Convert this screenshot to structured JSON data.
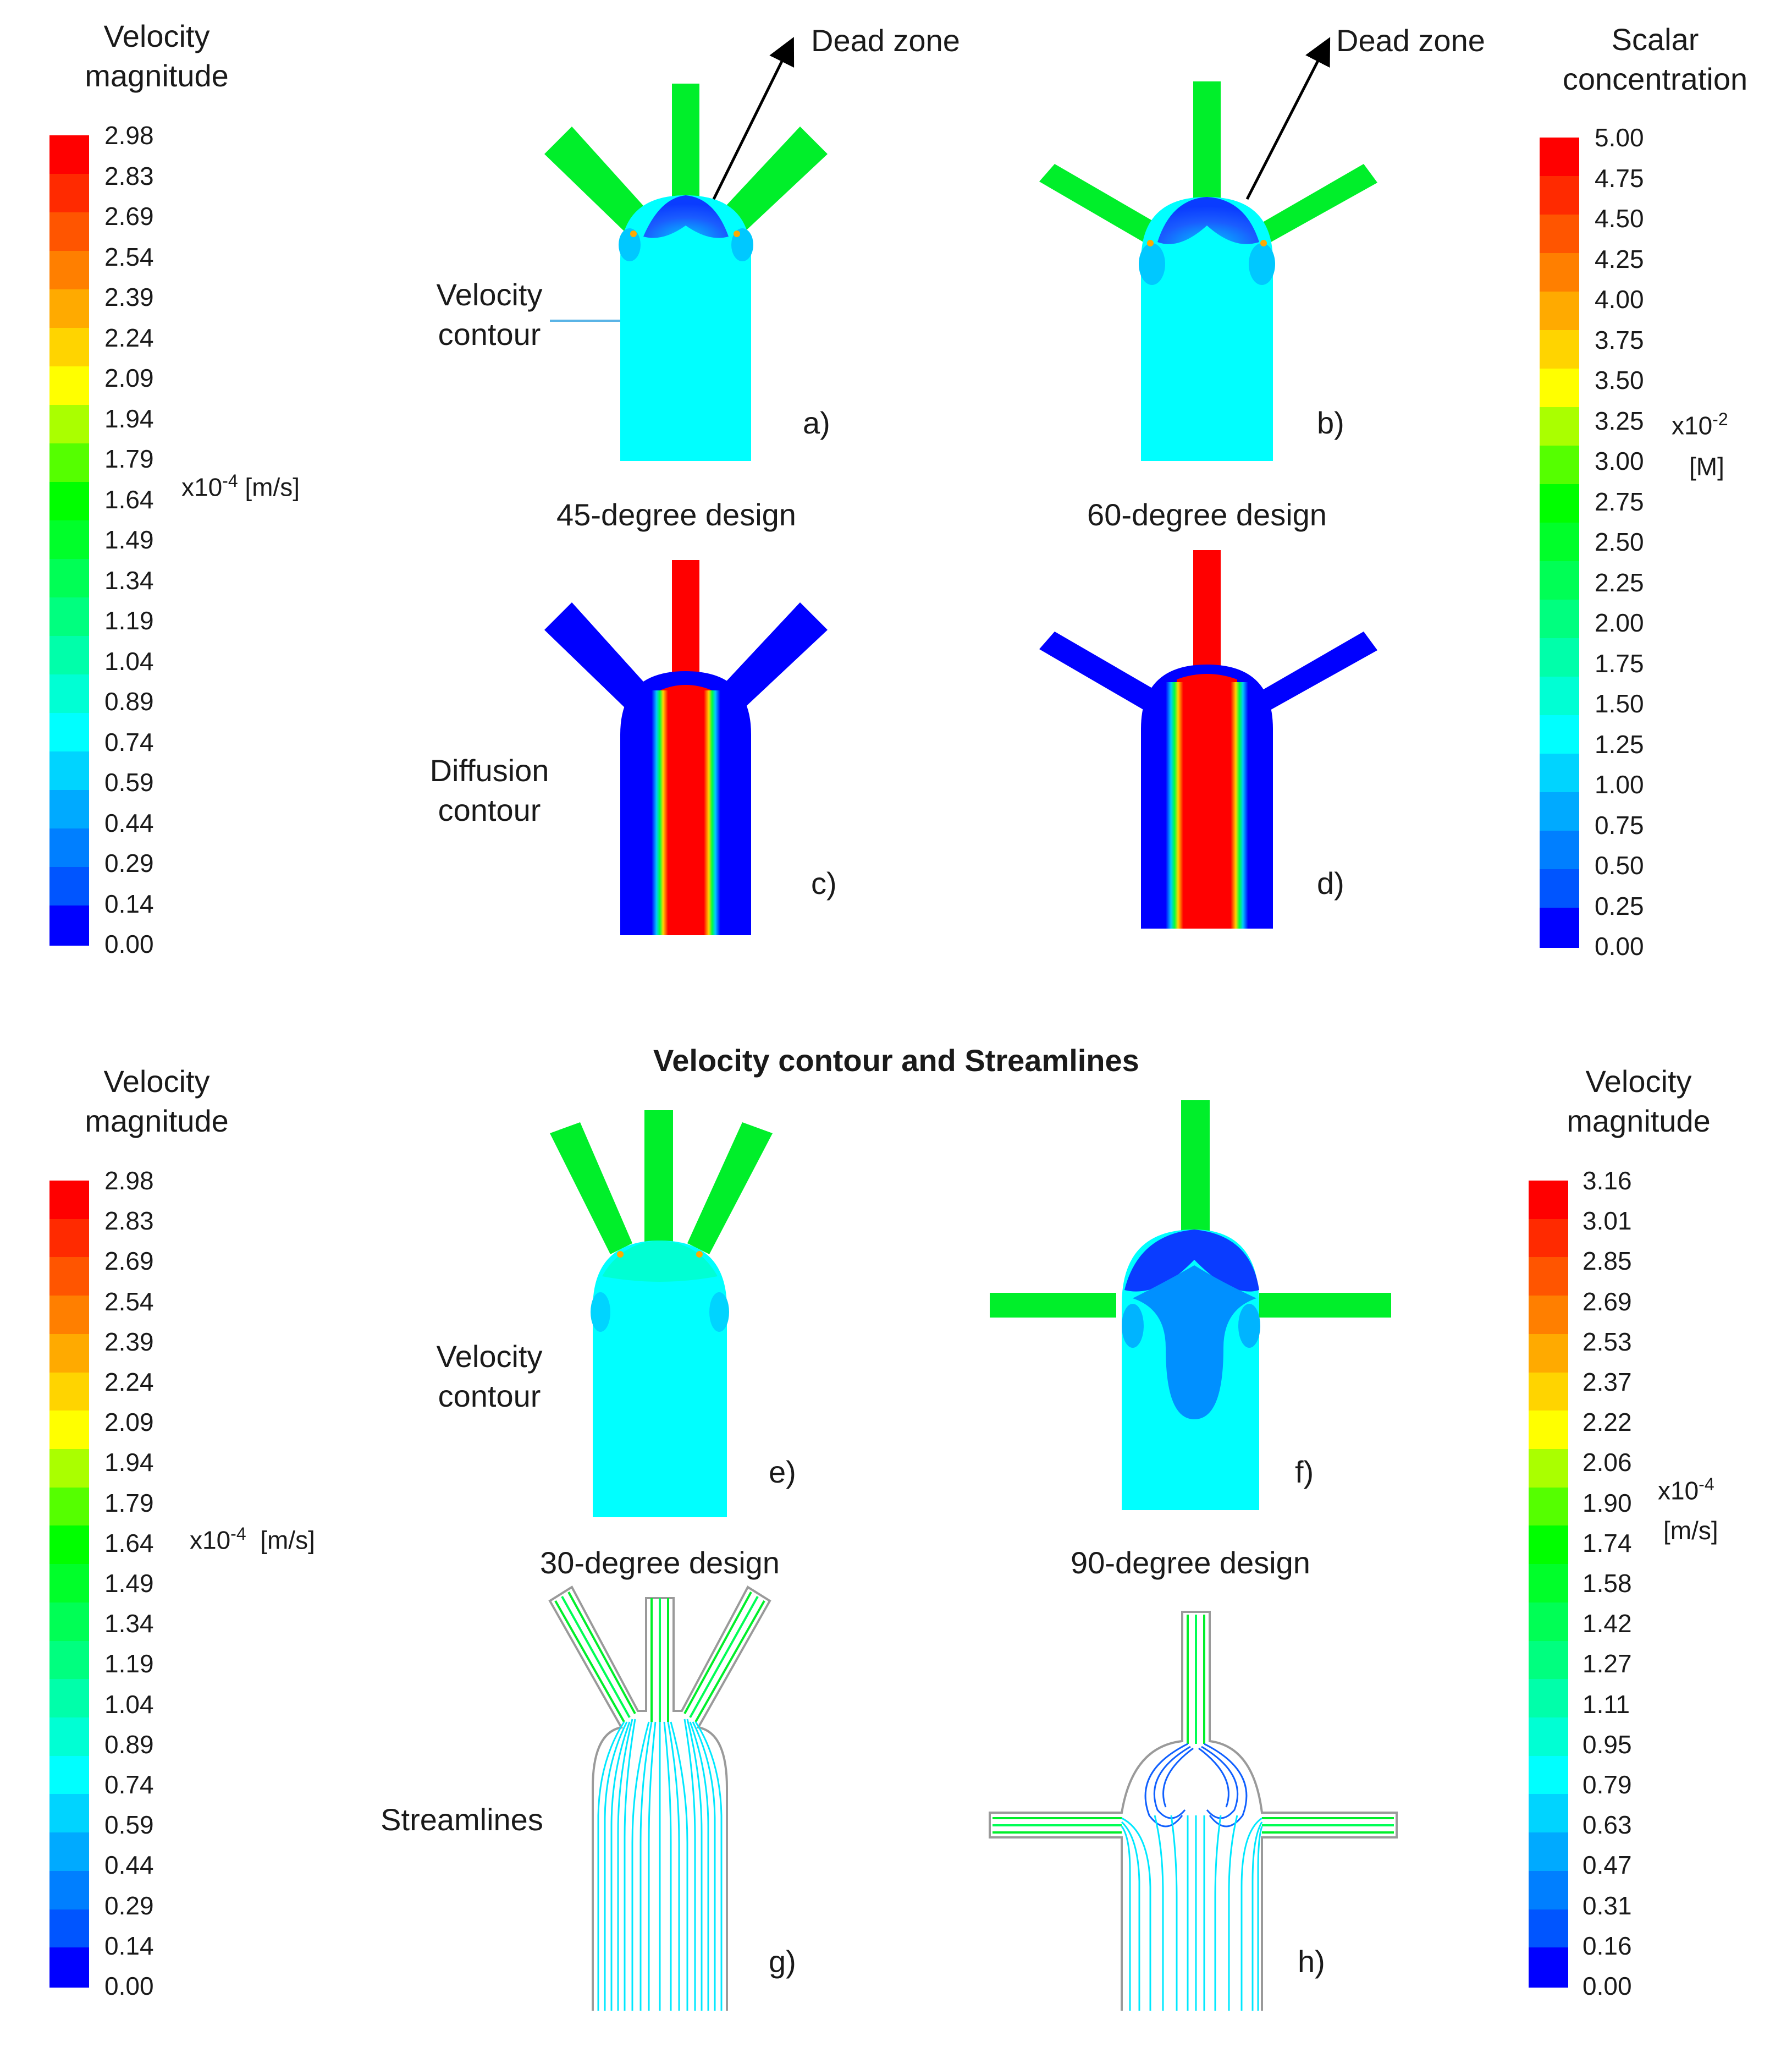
{
  "colorbars": {
    "top_left": {
      "title": [
        "Velocity",
        "magnitude"
      ],
      "ticks": [
        "2.98",
        "2.83",
        "2.69",
        "2.54",
        "2.39",
        "2.24",
        "2.09",
        "1.94",
        "1.79",
        "1.64",
        "1.49",
        "1.34",
        "1.19",
        "1.04",
        "0.89",
        "0.74",
        "0.59",
        "0.44",
        "0.29",
        "0.14",
        "0.00"
      ],
      "unit_scale": "x10",
      "unit_exp": "-4",
      "unit": "[m/s]"
    },
    "top_right": {
      "title": [
        "Scalar",
        "concentration"
      ],
      "ticks": [
        "5.00",
        "4.75",
        "4.50",
        "4.25",
        "4.00",
        "3.75",
        "3.50",
        "3.25",
        "3.00",
        "2.75",
        "2.50",
        "2.25",
        "2.00",
        "1.75",
        "1.50",
        "1.25",
        "1.00",
        "0.75",
        "0.50",
        "0.25",
        "0.00"
      ],
      "unit_scale": "x10",
      "unit_exp": "-2",
      "unit": "[M]"
    },
    "bottom_left": {
      "title": [
        "Velocity",
        "magnitude"
      ],
      "ticks": [
        "2.98",
        "2.83",
        "2.69",
        "2.54",
        "2.39",
        "2.24",
        "2.09",
        "1.94",
        "1.79",
        "1.64",
        "1.49",
        "1.34",
        "1.19",
        "1.04",
        "0.89",
        "0.74",
        "0.59",
        "0.44",
        "0.29",
        "0.14",
        "0.00"
      ],
      "unit_scale": "x10",
      "unit_exp": "-4",
      "unit": "[m/s]"
    },
    "bottom_right": {
      "title": [
        "Velocity",
        "magnitude"
      ],
      "ticks": [
        "3.16",
        "3.01",
        "2.85",
        "2.69",
        "2.53",
        "2.37",
        "2.22",
        "2.06",
        "1.90",
        "1.74",
        "1.58",
        "1.42",
        "1.27",
        "1.11",
        "0.95",
        "0.79",
        "0.63",
        "0.47",
        "0.31",
        "0.16",
        "0.00"
      ],
      "unit_scale": "x10",
      "unit_exp": "-4",
      "unit": "[m/s]"
    },
    "colors": [
      "#ff0000",
      "#ff2a00",
      "#ff5500",
      "#ff7f00",
      "#ffaa00",
      "#ffd400",
      "#ffff00",
      "#aaff00",
      "#55ff00",
      "#00ff00",
      "#00ff2a",
      "#00ff55",
      "#00ff7f",
      "#00ffaa",
      "#00ffd4",
      "#00ffff",
      "#00d4ff",
      "#00aaff",
      "#007fff",
      "#0055ff",
      "#0000ff"
    ]
  },
  "annotations": {
    "dead_zone_a": "Dead zone",
    "dead_zone_b": "Dead zone",
    "velocity_contour_top": [
      "Velocity",
      "contour"
    ],
    "diffusion_contour": [
      "Diffusion",
      "contour"
    ],
    "velocity_contour_bottom": [
      "Velocity",
      "contour"
    ],
    "streamlines": "Streamlines"
  },
  "design_titles": {
    "deg45": "45-degree design",
    "deg60": "60-degree design",
    "deg30": "30-degree design",
    "deg90": "90-degree design"
  },
  "section_title": "Velocity contour and Streamlines",
  "panel_labels": {
    "a": "a)",
    "b": "b)",
    "c": "c)",
    "d": "d)",
    "e": "e)",
    "f": "f)",
    "g": "g)",
    "h": "h)"
  },
  "field_colors": {
    "inlet_green": "#00ef2a",
    "chamber_cyan": "#00ffff",
    "low_blue": "#0a3cff",
    "mid_blue": "#0090ff",
    "diffusion_blue": "#0000ff",
    "diffusion_red": "#ff0000"
  }
}
